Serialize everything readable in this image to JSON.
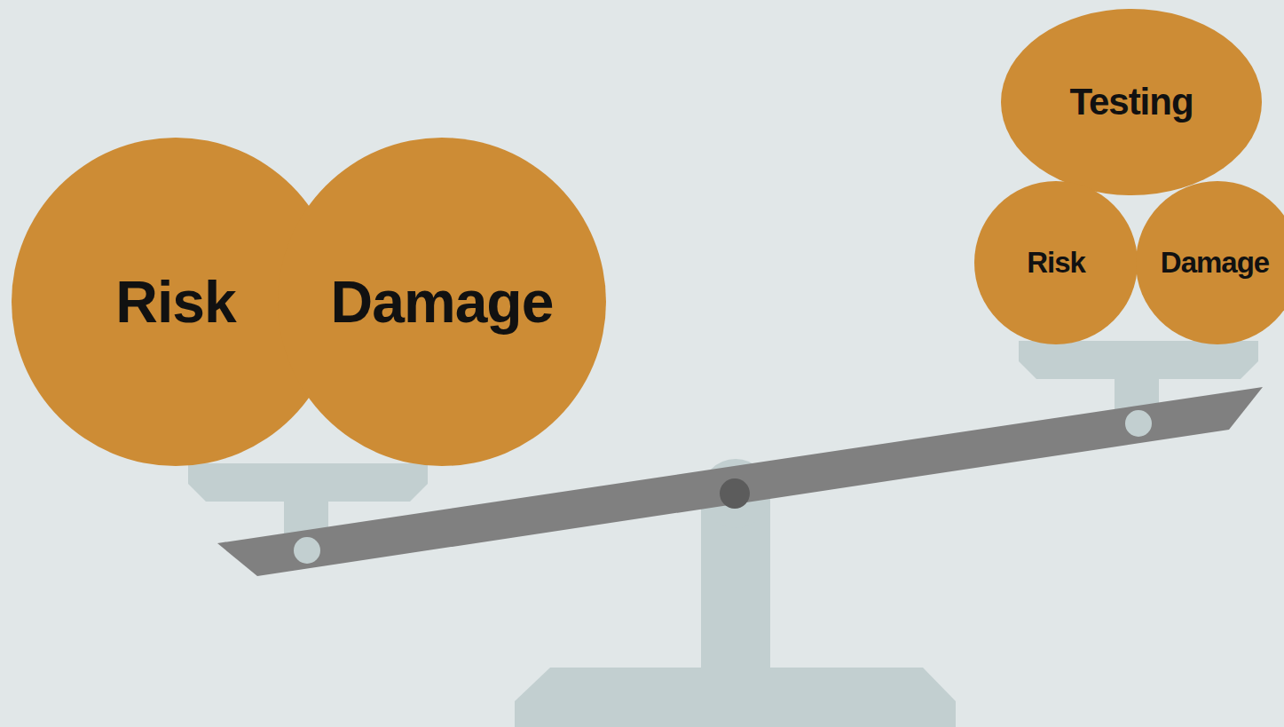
{
  "diagram": {
    "nodes": [
      {
        "text": [
          "Risk"
        ]
      },
      {
        "text": [
          "Damage"
        ]
      },
      {
        "text": [
          "Testing"
        ]
      },
      {
        "text": [
          "Risk"
        ]
      },
      {
        "text": [
          "Damage"
        ]
      }
    ]
  }
}
